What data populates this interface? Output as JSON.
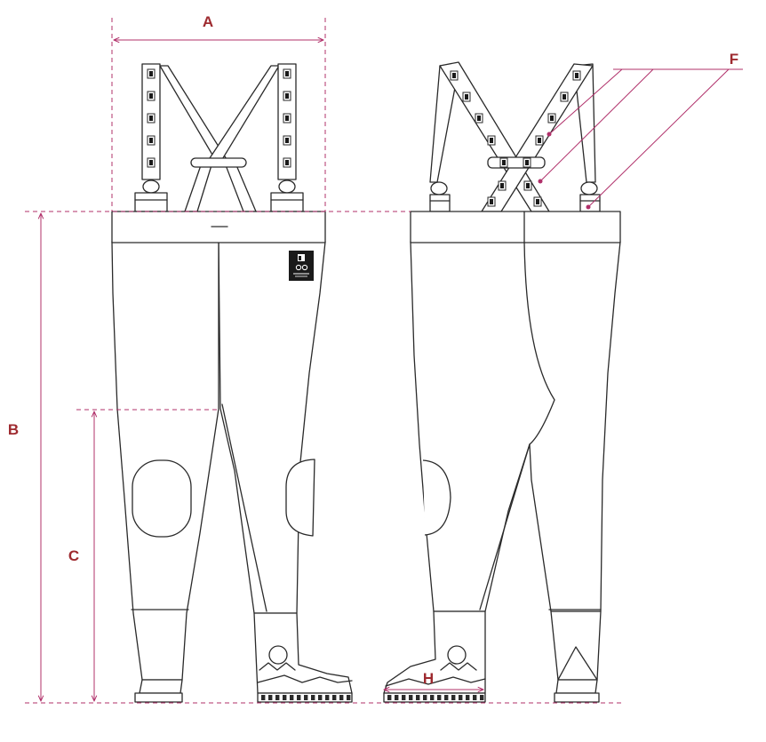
{
  "labels": {
    "a": "A",
    "b": "B",
    "c": "C",
    "f": "F",
    "h": "H"
  },
  "colors": {
    "dimension": "#b0306a",
    "label": "#9e2a2f",
    "outline": "#2a2a2a",
    "background": "#ffffff"
  },
  "icons": [
    "buckle-icon",
    "brand-logo-icon",
    "knee-pad",
    "boot-ankle-circle"
  ]
}
